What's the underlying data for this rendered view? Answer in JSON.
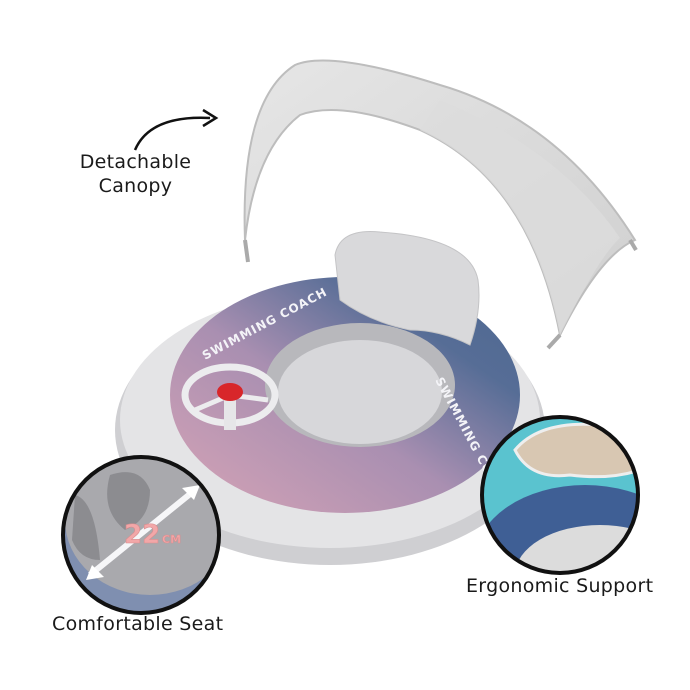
{
  "labels": {
    "canopy_line1": "Detachable",
    "canopy_line2": "Canopy",
    "seat": "Comfortable Seat",
    "support": "Ergonomic Support"
  },
  "product_print": {
    "brand_text": "SWIMMING COACH",
    "seat_size_value": "22",
    "seat_size_unit": "CM"
  },
  "colors": {
    "ring_blue": "#52698f",
    "ring_pink": "#c99aae",
    "gray": "#d9d9dc",
    "button_red": "#d8262a"
  }
}
